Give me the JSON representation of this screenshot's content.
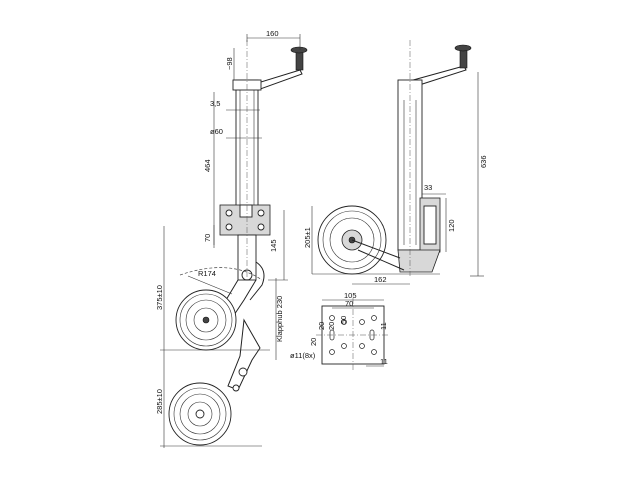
{
  "figure": {
    "dimensions": {
      "top_width": "160",
      "top_offset": "~98",
      "wall": "3,5",
      "tube_dia": "ø60",
      "stroke": "464",
      "bracket_height": "70",
      "bracket_to_ground": "145",
      "radius": "R174",
      "swing_height": "Klapphub 230",
      "height_down": "375±10",
      "height_folded": "285±10",
      "total_height": "636",
      "clamp_offset": "33",
      "clamp_height": "120",
      "wheel_dia": "205±1",
      "wheel_offset": "162",
      "plate_width": "105",
      "plate_bolt": "70",
      "plate_v1": "20",
      "plate_v2": "50",
      "plate_v3": "20",
      "plate_h1": "20",
      "plate_hole": "ø11(8x)",
      "plate_slot": "11",
      "plate_side": "11"
    }
  }
}
